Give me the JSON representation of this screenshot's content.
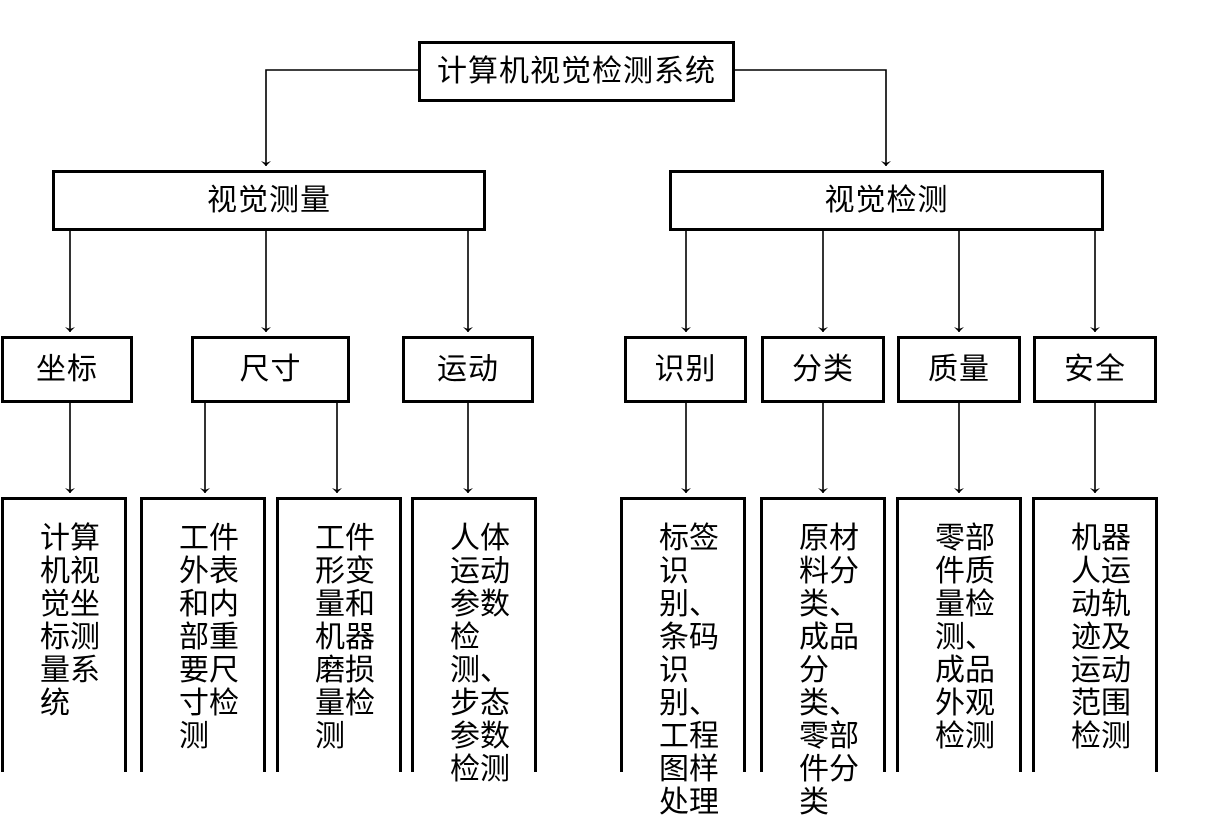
{
  "root": "计算机视觉检测系统",
  "branches": [
    {
      "label": "视觉测量",
      "children": [
        {
          "label": "坐标",
          "leaves": [
            "计算机视觉坐标测量系统"
          ]
        },
        {
          "label": "尺寸",
          "leaves": [
            "工件外表和内部重要尺寸检测",
            "工件形变量和机器磨损量检测"
          ]
        },
        {
          "label": "运动",
          "leaves": [
            "人体运动参数检测、步态参数检测"
          ]
        }
      ]
    },
    {
      "label": "视觉检测",
      "children": [
        {
          "label": "识别",
          "leaves": [
            "标签识别、条码识别、工程图样处理"
          ]
        },
        {
          "label": "分类",
          "leaves": [
            "原材料分类、成品分类、零部件分类"
          ]
        },
        {
          "label": "质量",
          "leaves": [
            "零部件质量检测、成品外观检测"
          ]
        },
        {
          "label": "安全",
          "leaves": [
            "机器人运动轨迹及运动范围检测"
          ]
        }
      ]
    }
  ]
}
